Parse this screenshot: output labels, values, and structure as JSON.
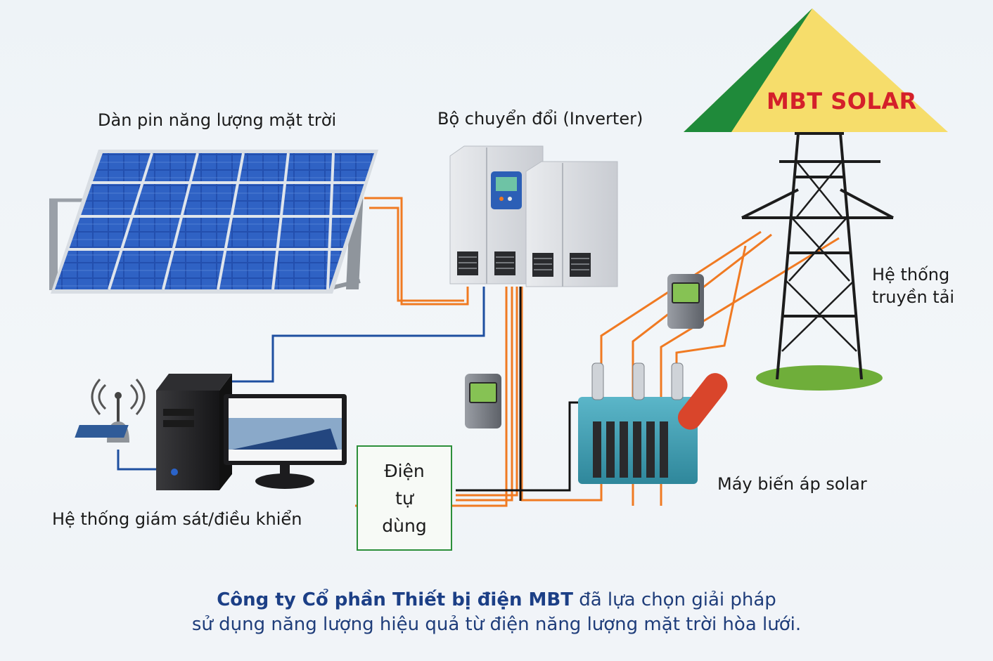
{
  "brand": {
    "name": "MBT SOLAR"
  },
  "components": {
    "solar_array": "Dàn pin năng lượng mặt trời",
    "inverter": "Bộ chuyển đổi (Inverter)",
    "transmission_line1": "Hệ thống",
    "transmission_line2": "truyền tải",
    "monitoring": "Hệ thống giám sát/điều khiển",
    "transformer": "Máy biến áp solar",
    "self_use_line1": "Điện",
    "self_use_line2": "tự",
    "self_use_line3": "dùng"
  },
  "caption": {
    "line1_bold": "Công ty Cổ phần Thiết bị điện MBT",
    "line1_rest": " đã lựa chọn giải pháp",
    "line2": "sử dụng năng lượng hiệu quả từ điện năng lượng mặt trời hòa lưới."
  },
  "colors": {
    "dc_wire": "#f07a22",
    "signal_wire": "#1e4fa0",
    "ac_wire": "#111111",
    "triangle_yellow": "#f6dd6b",
    "triangle_green": "#1f8a3a",
    "brand_red": "#d4202a",
    "panel_blue": "#1f4fb0",
    "transformer_teal": "#3fa0b4"
  }
}
